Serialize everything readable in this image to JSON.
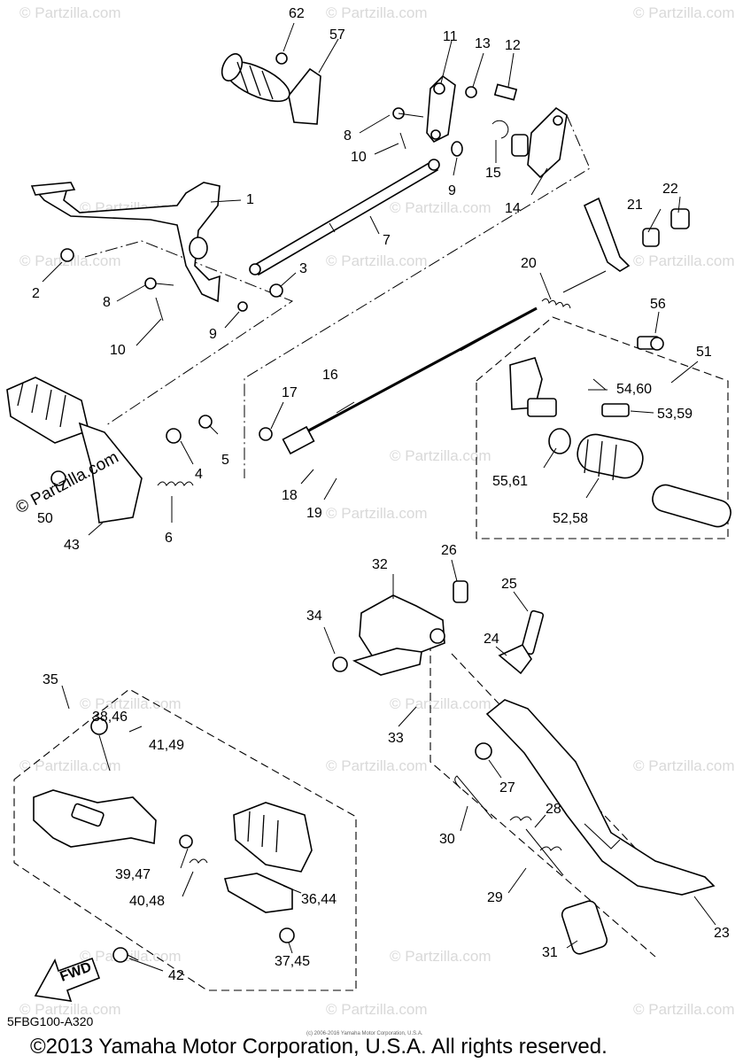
{
  "diagram": {
    "part_labels": {
      "p62": "62",
      "p57": "57",
      "p11": "11",
      "p13": "13",
      "p12": "12",
      "p8a": "8",
      "p10a": "10",
      "p9a": "9",
      "p15": "15",
      "p14": "14",
      "p1": "1",
      "p7": "7",
      "p22": "22",
      "p21": "21",
      "p2": "2",
      "p3": "3",
      "p8b": "8",
      "p9b": "9",
      "p10b": "10",
      "p20": "20",
      "p56": "56",
      "p51": "51",
      "p16": "16",
      "p17": "17",
      "p5460": "54,60",
      "p5359": "53,59",
      "p5": "5",
      "p4": "4",
      "p5561": "55,61",
      "p5258": "52,58",
      "p18": "18",
      "p19": "19",
      "p6": "6",
      "p43": "43",
      "p50": "50",
      "p32": "32",
      "p26": "26",
      "p25": "25",
      "p34": "34",
      "p24": "24",
      "p35": "35",
      "p3846": "38,46",
      "p4149": "41,49",
      "p33": "33",
      "p27": "27",
      "p30": "30",
      "p28": "28",
      "p3947": "39,47",
      "p4048": "40,48",
      "p3644": "36,44",
      "p29": "29",
      "p23": "23",
      "p3745": "37,45",
      "p31": "31",
      "p42": "42"
    },
    "fwd_label": "FWD",
    "diagram_code": "5FBG100-A320",
    "copyright": "©2013 Yamaha Motor Corporation, U.S.A. All rights reserved.",
    "fine_print": "(c) 2006-2016 Yamaha Motor Corporation, U.S.A.",
    "watermark": "© Partzilla.com",
    "watermark_short": "Partzilla.com"
  }
}
